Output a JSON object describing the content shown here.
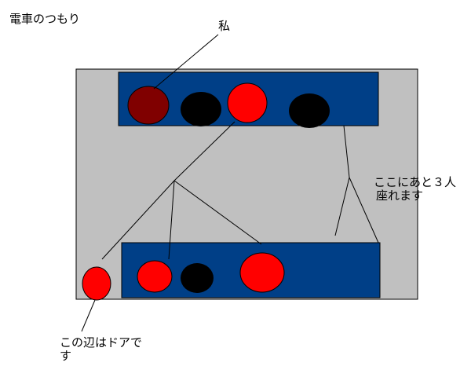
{
  "title": "電車のつもり",
  "labels": {
    "me": "私",
    "seats_line1": "ここにあと３人",
    "seats_line2": "座れます",
    "door_line1": "この辺はドアで",
    "door_line2": "す"
  },
  "colors": {
    "background": "#ffffff",
    "train_body": "#c0c0c0",
    "seat": "#003f87",
    "person_me": "#800000",
    "person_black": "#000000",
    "person_red": "#ff0000",
    "line": "#000000"
  }
}
